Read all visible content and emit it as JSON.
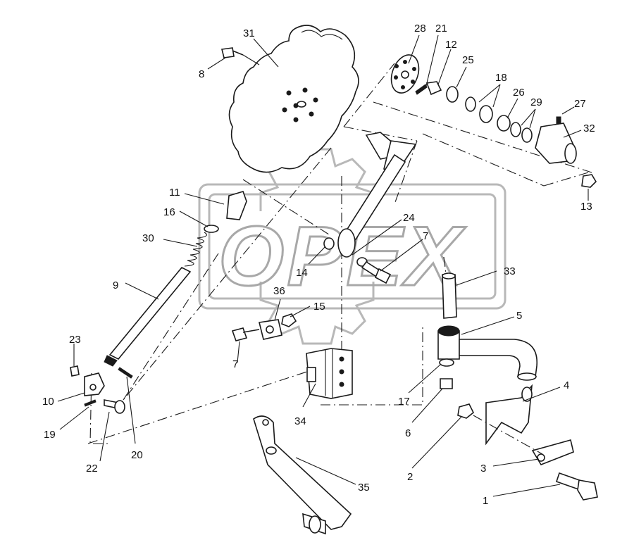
{
  "watermark": {
    "text": "OPEX"
  },
  "callouts": [
    {
      "id": "l31",
      "text": "31"
    },
    {
      "id": "l8",
      "text": "8"
    },
    {
      "id": "l28",
      "text": "28"
    },
    {
      "id": "l21",
      "text": "21"
    },
    {
      "id": "l12",
      "text": "12"
    },
    {
      "id": "l25",
      "text": "25"
    },
    {
      "id": "l18",
      "text": "18"
    },
    {
      "id": "l26",
      "text": "26"
    },
    {
      "id": "l29",
      "text": "29"
    },
    {
      "id": "l27",
      "text": "27"
    },
    {
      "id": "l32",
      "text": "32"
    },
    {
      "id": "l13",
      "text": "13"
    },
    {
      "id": "l11",
      "text": "11"
    },
    {
      "id": "l16",
      "text": "16"
    },
    {
      "id": "l30",
      "text": "30"
    },
    {
      "id": "l24",
      "text": "24"
    },
    {
      "id": "l7a",
      "text": "7"
    },
    {
      "id": "l14",
      "text": "14"
    },
    {
      "id": "l33",
      "text": "33"
    },
    {
      "id": "l9",
      "text": "9"
    },
    {
      "id": "l36",
      "text": "36"
    },
    {
      "id": "l15",
      "text": "15"
    },
    {
      "id": "l5",
      "text": "5"
    },
    {
      "id": "l23",
      "text": "23"
    },
    {
      "id": "l7b",
      "text": "7"
    },
    {
      "id": "l10",
      "text": "10"
    },
    {
      "id": "l17",
      "text": "17"
    },
    {
      "id": "l34",
      "text": "34"
    },
    {
      "id": "l4",
      "text": "4"
    },
    {
      "id": "l6",
      "text": "6"
    },
    {
      "id": "l19",
      "text": "19"
    },
    {
      "id": "l20",
      "text": "20"
    },
    {
      "id": "l22",
      "text": "22"
    },
    {
      "id": "l2",
      "text": "2"
    },
    {
      "id": "l3",
      "text": "3"
    },
    {
      "id": "l35",
      "text": "35"
    },
    {
      "id": "l1",
      "text": "1"
    }
  ]
}
